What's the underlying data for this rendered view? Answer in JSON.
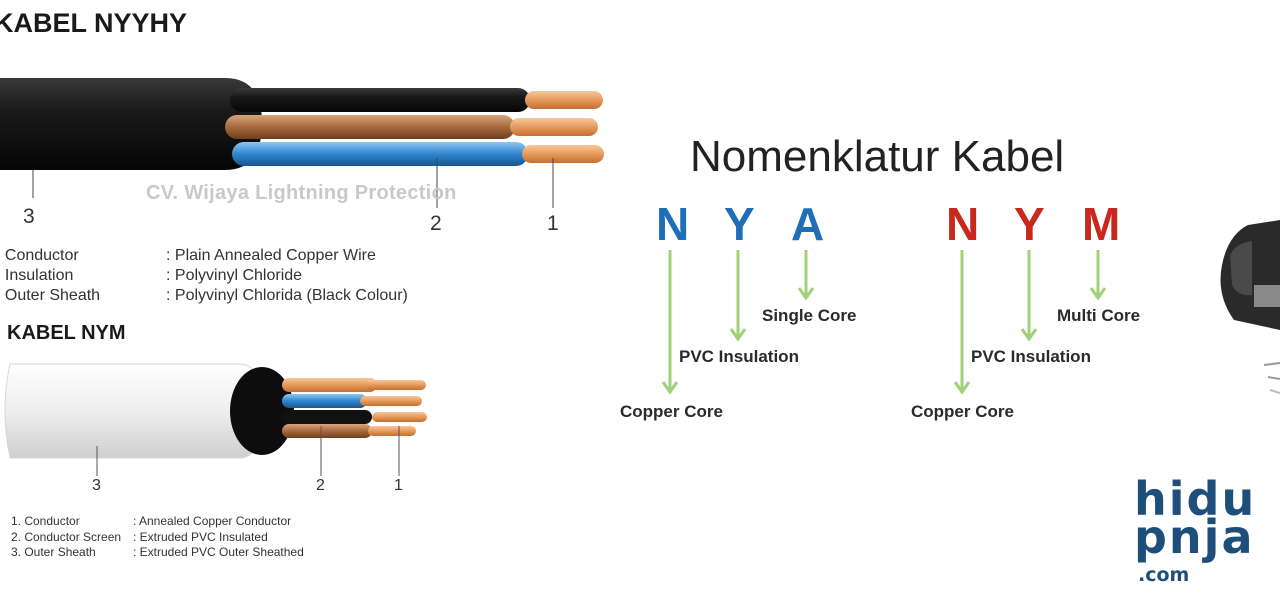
{
  "nyyhy": {
    "title": "KABEL NYYHY",
    "numbers": [
      "3",
      "2",
      "1"
    ],
    "parts": [
      {
        "name": ". Conductor",
        "desc": ": Plain Annealed Copper Wire"
      },
      {
        "name": ". Insulation",
        "desc": ": Polyvinyl Chloride"
      },
      {
        "name": ". Outer Sheath",
        "desc": ": Polyvinyl Chlorida (Black Colour)"
      }
    ],
    "watermark": "CV. Wijaya Lightning Protection"
  },
  "nym": {
    "title": "KABEL NYM",
    "numbers": [
      "3",
      "2",
      "1"
    ],
    "parts": [
      {
        "name": "1. Conductor",
        "desc": ": Annealed Copper Conductor"
      },
      {
        "name": "2. Conductor Screen",
        "desc": ": Extruded PVC Insulated"
      },
      {
        "name": "3. Outer Sheath",
        "desc": ": Extruded PVC Outer Sheathed"
      }
    ]
  },
  "nomenclature": {
    "title": "Nomenklatur Kabel",
    "groups": [
      {
        "letters": [
          "N",
          "Y",
          "A"
        ],
        "color": "#1e6fb8",
        "labels": [
          "Copper Core",
          "PVC Insulation",
          "Single Core"
        ]
      },
      {
        "letters": [
          "N",
          "Y",
          "M"
        ],
        "color": "#c8281e",
        "labels": [
          "Copper Core",
          "PVC Insulation",
          "Multi Core"
        ]
      }
    ],
    "arrow_color": "#9fd07a"
  },
  "logo": {
    "line1": "hidu",
    "line2": "pnja",
    "suffix": ".com",
    "color": "#1e4f7a"
  }
}
